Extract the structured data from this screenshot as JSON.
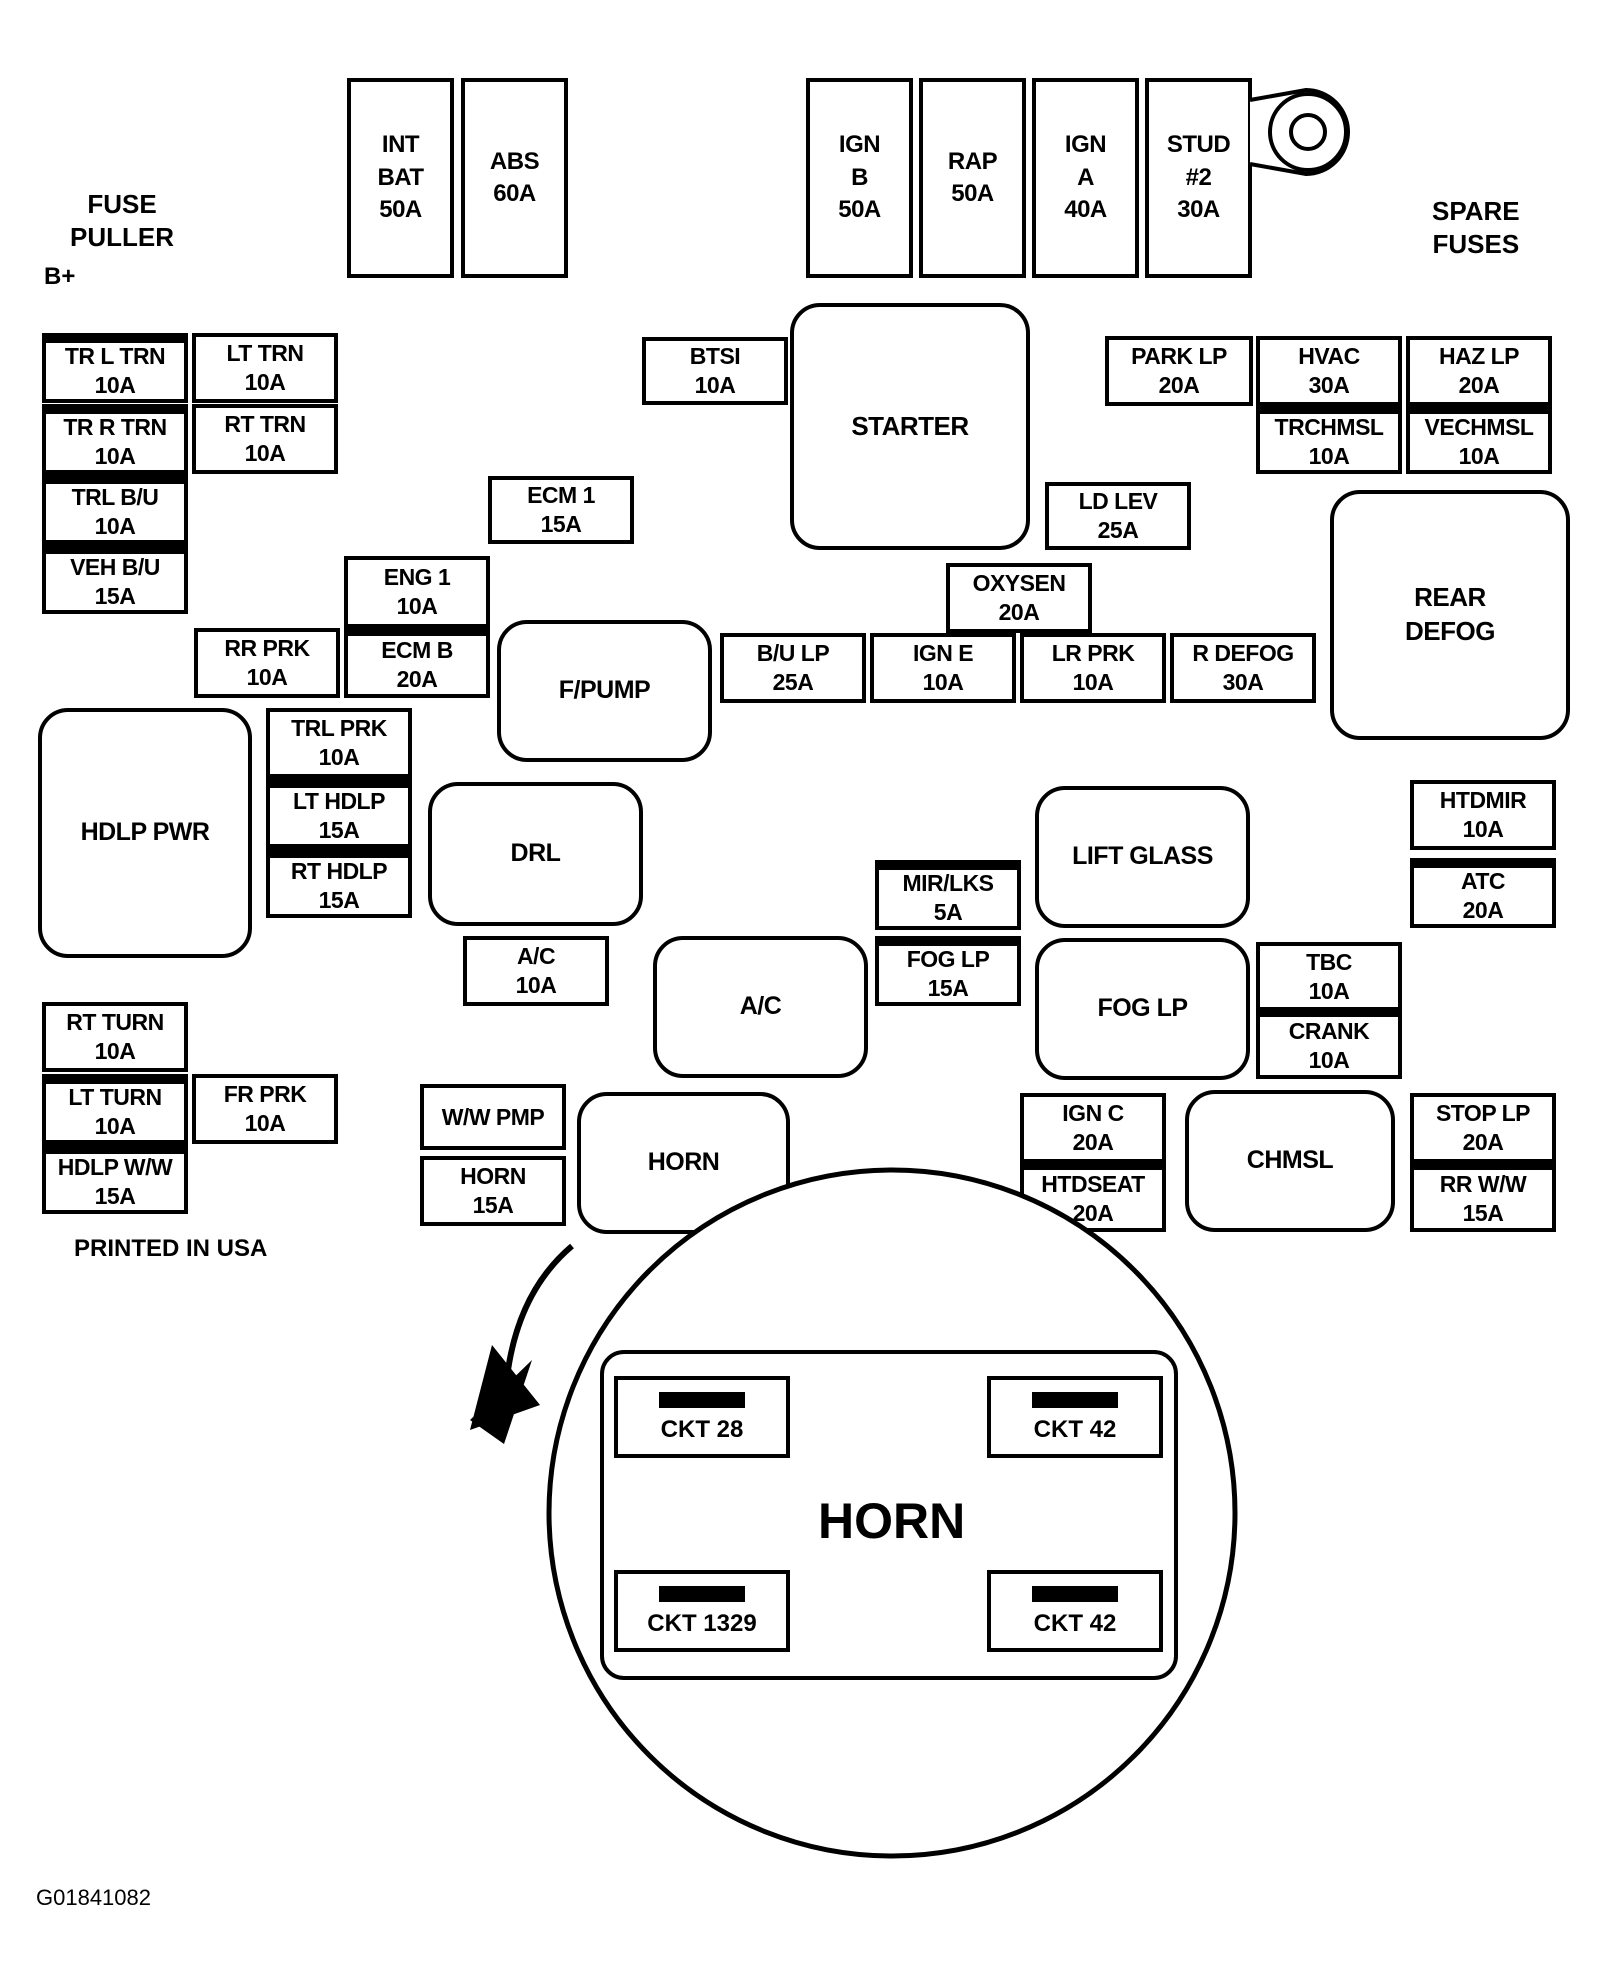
{
  "labels": {
    "fuse_puller": [
      "FUSE",
      "PULLER"
    ],
    "b_plus": "B+",
    "spare_fuses": [
      "SPARE",
      "FUSES"
    ],
    "printed": "PRINTED IN USA",
    "figure_id": "G01841082"
  },
  "maxi_fuses": [
    [
      "INT",
      "BAT",
      "50A"
    ],
    [
      "ABS",
      "60A"
    ],
    [
      "IGN",
      "B",
      "50A"
    ],
    [
      "RAP",
      "50A"
    ],
    [
      "IGN",
      "A",
      "40A"
    ],
    [
      "STUD",
      "#2",
      "30A"
    ]
  ],
  "fuses": {
    "tr_l_trn": [
      "TR L TRN",
      "10A"
    ],
    "lt_trn": [
      "LT TRN",
      "10A"
    ],
    "tr_r_trn": [
      "TR R TRN",
      "10A"
    ],
    "rt_trn": [
      "RT TRN",
      "10A"
    ],
    "trl_bu": [
      "TRL B/U",
      "10A"
    ],
    "veh_bu": [
      "VEH B/U",
      "15A"
    ],
    "btsi": [
      "BTSI",
      "10A"
    ],
    "park_lp": [
      "PARK LP",
      "20A"
    ],
    "hvac": [
      "HVAC",
      "30A"
    ],
    "haz_lp": [
      "HAZ LP",
      "20A"
    ],
    "trchmsl": [
      "TRCHMSL",
      "10A"
    ],
    "vechmsl": [
      "VECHMSL",
      "10A"
    ],
    "ecm1": [
      "ECM 1",
      "15A"
    ],
    "ld_lev": [
      "LD LEV",
      "25A"
    ],
    "eng1": [
      "ENG 1",
      "10A"
    ],
    "oxysen": [
      "OXYSEN",
      "20A"
    ],
    "rr_prk": [
      "RR PRK",
      "10A"
    ],
    "ecm_b": [
      "ECM B",
      "20A"
    ],
    "bu_lp": [
      "B/U LP",
      "25A"
    ],
    "ign_e": [
      "IGN E",
      "10A"
    ],
    "lr_prk": [
      "LR PRK",
      "10A"
    ],
    "r_defog": [
      "R DEFOG",
      "30A"
    ],
    "trl_prk": [
      "TRL PRK",
      "10A"
    ],
    "lt_hdlp": [
      "LT HDLP",
      "15A"
    ],
    "rt_hdlp": [
      "RT HDLP",
      "15A"
    ],
    "htdmir": [
      "HTDMIR",
      "10A"
    ],
    "atc": [
      "ATC",
      "20A"
    ],
    "mir_lks": [
      "MIR/LKS",
      "5A"
    ],
    "ac_fuse": [
      "A/C",
      "10A"
    ],
    "fog_lp_fuse": [
      "FOG LP",
      "15A"
    ],
    "tbc": [
      "TBC",
      "10A"
    ],
    "crank": [
      "CRANK",
      "10A"
    ],
    "rt_turn": [
      "RT TURN",
      "10A"
    ],
    "lt_turn": [
      "LT TURN",
      "10A"
    ],
    "fr_prk": [
      "FR PRK",
      "10A"
    ],
    "hdlp_ww": [
      "HDLP W/W",
      "15A"
    ],
    "ww_pmp": [
      "W/W PMP"
    ],
    "horn_fuse": [
      "HORN",
      "15A"
    ],
    "ign_c": [
      "IGN C",
      "20A"
    ],
    "htdseat": [
      "HTDSEAT",
      "20A"
    ],
    "stop_lp": [
      "STOP LP",
      "20A"
    ],
    "rr_ww": [
      "RR W/W",
      "15A"
    ]
  },
  "relays": {
    "starter": [
      "STARTER"
    ],
    "rear_defog": [
      "REAR",
      "DEFOG"
    ],
    "fpump": [
      "F/PUMP"
    ],
    "hdlp_pwr": [
      "HDLP PWR"
    ],
    "drl": [
      "DRL"
    ],
    "lift_glass": [
      "LIFT GLASS"
    ],
    "ac_relay": [
      "A/C"
    ],
    "fog_lp_relay": [
      "FOG LP"
    ],
    "horn_relay": [
      "HORN"
    ],
    "chmsl": [
      "CHMSL"
    ]
  },
  "horn_detail": {
    "title": "HORN",
    "terminals": [
      "CKT 28",
      "CKT 42",
      "CKT 1329",
      "CKT 42"
    ]
  }
}
